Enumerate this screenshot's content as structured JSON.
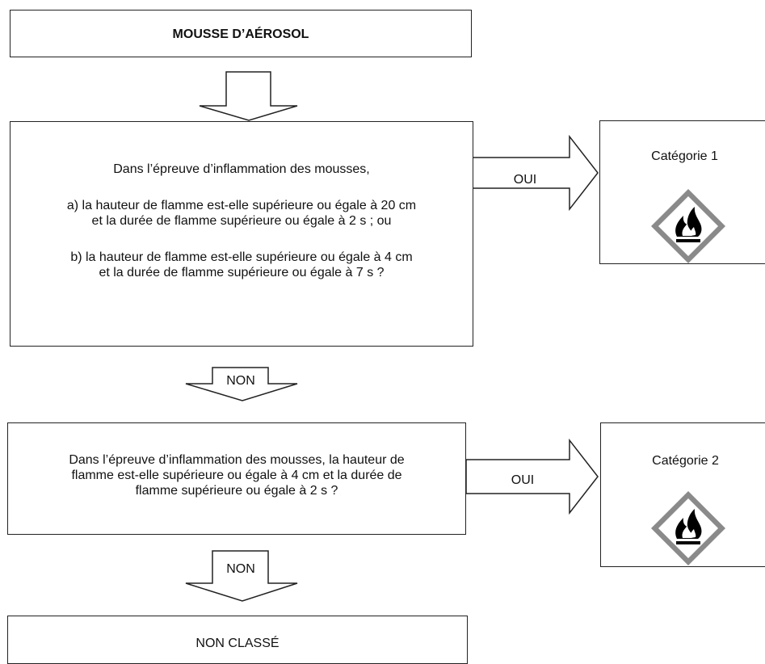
{
  "title": "MOUSSE D’AÉROSOL",
  "question1": {
    "intro": "Dans l’épreuve d’inflammation des mousses,",
    "a_line1": "a) la hauteur de flamme est-elle supérieure ou égale à 20 cm",
    "a_line2": "et la durée de flamme supérieure ou égale à 2 s ; ou",
    "b_line1": "b) la hauteur de flamme est-elle supérieure ou égale à 4 cm",
    "b_line2": "et la durée de flamme supérieure ou égale à 7 s ?"
  },
  "question2": {
    "line1": "Dans l’épreuve d’inflammation des mousses, la hauteur de",
    "line2": "flamme est-elle supérieure ou égale à 4 cm et la durée de",
    "line3": "flamme supérieure ou égale à 2 s ?"
  },
  "yes_label_1": "OUI",
  "yes_label_2": "OUI",
  "no_label_1": "NON",
  "no_label_2": "NON",
  "category1": "Catégorie 1",
  "category2": "Catégorie 2",
  "final": "NON CLASSÉ",
  "pictogram_icon": "flame-ghs-icon",
  "colors": {
    "line": "#222222",
    "diamond": "#8a8a8a"
  }
}
